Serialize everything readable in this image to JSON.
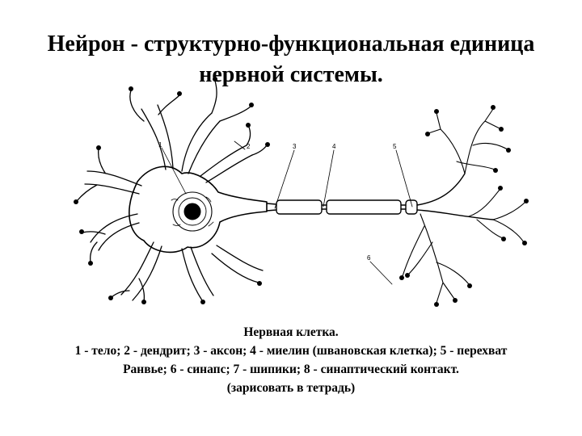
{
  "title": {
    "line1": "Нейрон - структурно-функциональная единица",
    "line2": "нервной системы."
  },
  "diagram": {
    "labels": {
      "l1": "1",
      "l2": "2",
      "l3": "3",
      "l4": "4",
      "l5": "5",
      "l6": "6"
    }
  },
  "caption": {
    "line1": "Нервная клетка.",
    "line2": "1 - тело; 2 - дендрит; 3 - аксон; 4 - миелин (шванoвская клетка); 5 - перехват",
    "line3": "Ранвье; 6 - синапс; 7 - шипики; 8 - синаптический контакт.",
    "line4": "(зарисовать в тетрадь)"
  }
}
